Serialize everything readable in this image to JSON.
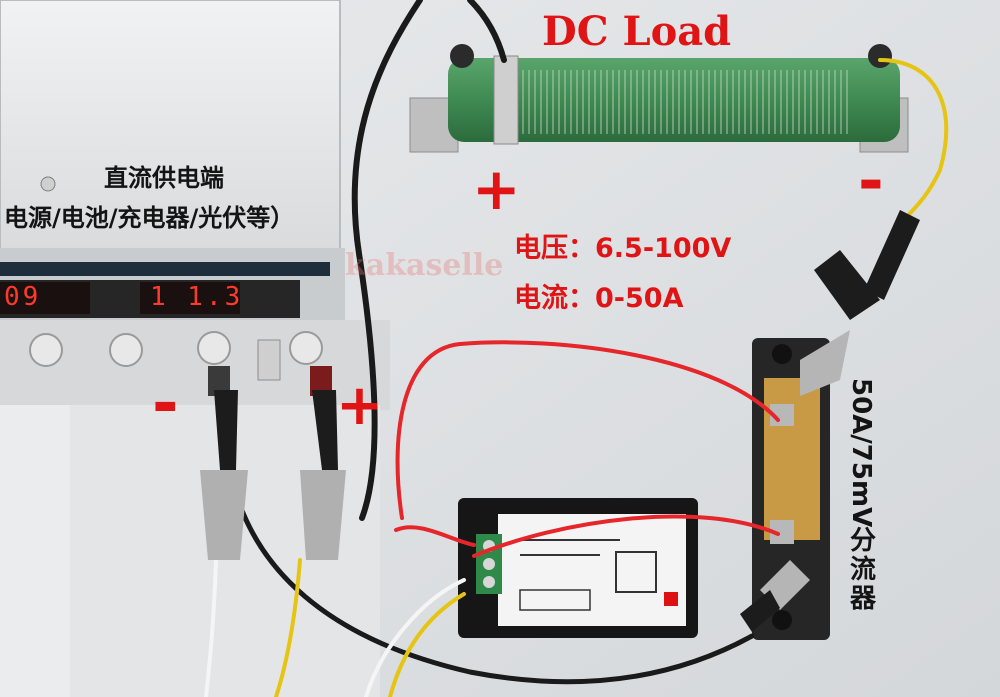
{
  "labels": {
    "title": "DC Load",
    "supply_line1": "直流供电端",
    "supply_line2": "电源/电池/充电器/光伏等）",
    "voltage_spec": "电压：6.5-100V",
    "current_spec": "电流：0-50A",
    "shunt_spec_a": "50A/75mV",
    "shunt_spec_b": "分流器",
    "watermark": "kakaselle",
    "plus_sign": "+",
    "minus_sign": "-"
  },
  "psu": {
    "display_left": "09",
    "display_right": "1 1.3"
  },
  "colors": {
    "accent_red": "#e01414",
    "resistor_green": "#3f8a52",
    "wire_red": "#e5262a",
    "wire_black": "#1a1a1a",
    "wire_yellow": "#e6c414",
    "wire_white": "#f5f5f5"
  }
}
